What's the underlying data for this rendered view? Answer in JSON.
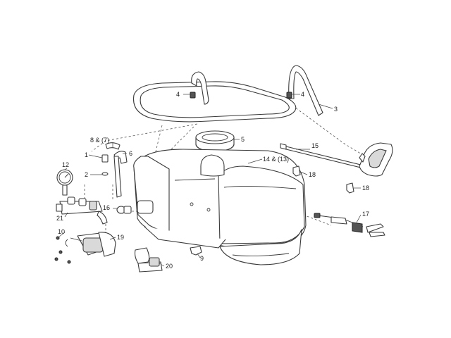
{
  "diagram": {
    "callouts": {
      "c1": "1",
      "c2": "2",
      "c3": "3",
      "c4a": "4",
      "c4b": "4",
      "c5": "5",
      "c6": "6",
      "c8": "8 & (7)",
      "c9": "9",
      "c10": "10",
      "c12": "12",
      "c14": "14 & (13)",
      "c15": "15",
      "c16": "16",
      "c17": "17",
      "c18a": "18",
      "c18b": "18",
      "c19": "19",
      "c20": "20",
      "c21": "21"
    },
    "colors": {
      "line": "#3a3a3a",
      "shade": "#d9d9d9",
      "background": "#ffffff"
    }
  }
}
